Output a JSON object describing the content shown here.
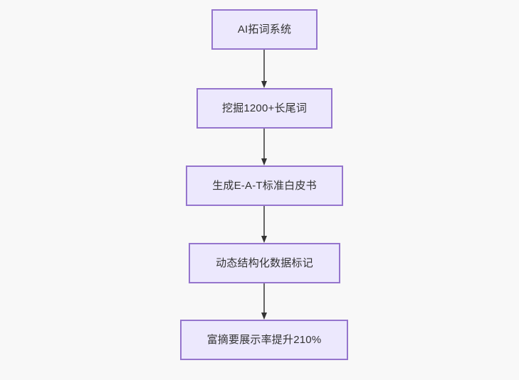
{
  "diagram": {
    "title": "AI SEO content pipeline flowchart",
    "direction": "top-to-bottom",
    "background_color": "#f8f8f8",
    "node_fill_color": "#ece8fd",
    "node_border_color": "#9575cd",
    "node_text_color": "#333333",
    "edge_color": "#666666",
    "arrowhead_color": "#333333",
    "nodes": [
      {
        "id": "n1",
        "label": "AI拓词系统"
      },
      {
        "id": "n2",
        "label": "挖掘1200+长尾词"
      },
      {
        "id": "n3",
        "label": "生成E-A-T标准白皮书"
      },
      {
        "id": "n4",
        "label": "动态结构化数据标记"
      },
      {
        "id": "n5",
        "label": "富摘要展示率提升210%"
      }
    ],
    "edges": [
      {
        "from": "n1",
        "to": "n2",
        "label": ""
      },
      {
        "from": "n2",
        "to": "n3",
        "label": ""
      },
      {
        "from": "n3",
        "to": "n4",
        "label": ""
      },
      {
        "from": "n4",
        "to": "n5",
        "label": ""
      }
    ]
  }
}
